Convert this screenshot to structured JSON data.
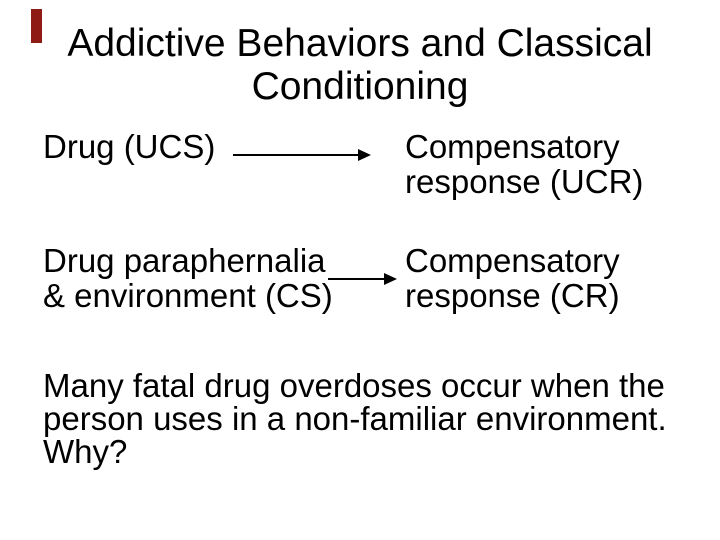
{
  "slide": {
    "background_color": "#ffffff",
    "text_color": "#000000",
    "accent_bar_color": "#8e1b14"
  },
  "title": {
    "lines": [
      "Addictive Behaviors and Classical",
      "Conditioning"
    ]
  },
  "diagram": {
    "rows": [
      {
        "stimulus": {
          "lines": [
            "Drug (UCS)"
          ]
        },
        "arrow_icon": "right-arrow",
        "response": {
          "lines": [
            "Compensatory",
            "response (UCR)"
          ]
        }
      },
      {
        "stimulus": {
          "lines": [
            "Drug paraphernalia",
            "& environment (CS)"
          ]
        },
        "arrow_icon": "right-arrow",
        "response": {
          "lines": [
            "Compensatory",
            "response (CR)"
          ]
        }
      }
    ]
  },
  "note": {
    "lines": [
      "Many fatal drug overdoses occur when the",
      "person uses in a non-familiar environment.",
      "Why?"
    ]
  }
}
